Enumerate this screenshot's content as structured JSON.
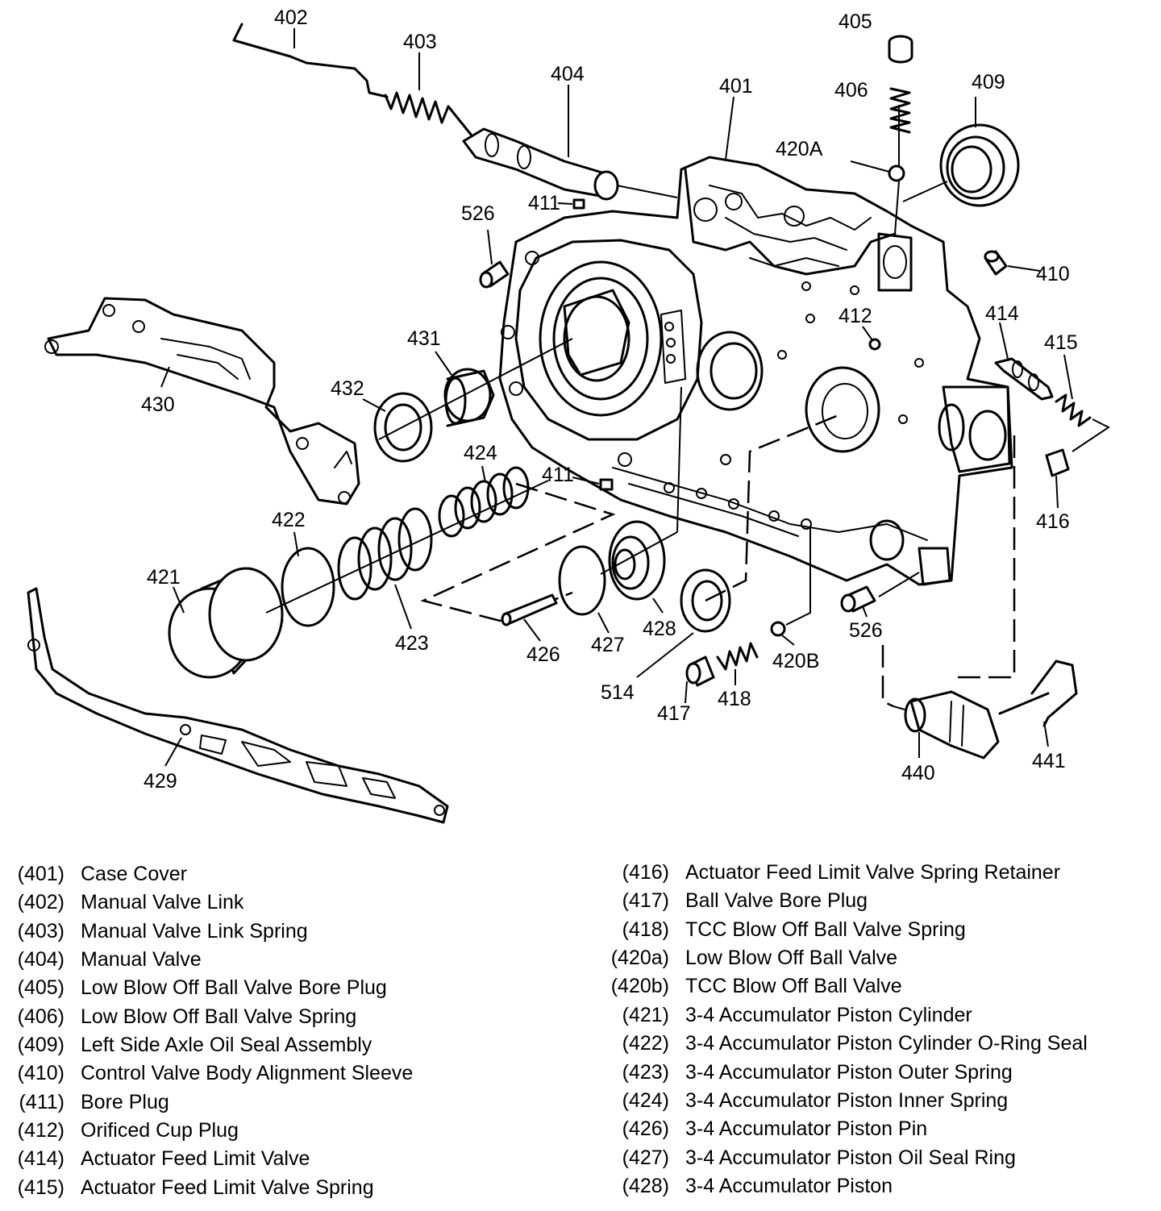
{
  "callouts": {
    "c401": "401",
    "c402": "402",
    "c403": "403",
    "c404": "404",
    "c405": "405",
    "c406": "406",
    "c409": "409",
    "c410": "410",
    "c411a": "411",
    "c411b": "411",
    "c412": "412",
    "c414": "414",
    "c415": "415",
    "c416": "416",
    "c417": "417",
    "c418": "418",
    "c420a": "420A",
    "c420b": "420B",
    "c421": "421",
    "c422": "422",
    "c423": "423",
    "c424": "424",
    "c426": "426",
    "c427": "427",
    "c428": "428",
    "c429": "429",
    "c430": "430",
    "c431": "431",
    "c432": "432",
    "c440": "440",
    "c441": "441",
    "c514": "514",
    "c526a": "526",
    "c526b": "526"
  },
  "legend": {
    "left": [
      {
        "num": "(401)",
        "desc": "Case Cover"
      },
      {
        "num": "(402)",
        "desc": "Manual Valve Link"
      },
      {
        "num": "(403)",
        "desc": "Manual Valve Link Spring"
      },
      {
        "num": "(404)",
        "desc": "Manual Valve"
      },
      {
        "num": "(405)",
        "desc": "Low Blow Off Ball Valve Bore Plug"
      },
      {
        "num": "(406)",
        "desc": "Low Blow Off Ball Valve Spring"
      },
      {
        "num": "(409)",
        "desc": "Left Side Axle Oil Seal Assembly"
      },
      {
        "num": "(410)",
        "desc": "Control Valve Body Alignment Sleeve"
      },
      {
        "num": "(411)",
        "desc": "Bore Plug"
      },
      {
        "num": "(412)",
        "desc": "Orificed Cup Plug"
      },
      {
        "num": "(414)",
        "desc": "Actuator Feed Limit Valve"
      },
      {
        "num": "(415)",
        "desc": "Actuator Feed Limit Valve Spring"
      }
    ],
    "right": [
      {
        "num": "(416)",
        "desc": "Actuator Feed Limit Valve Spring Retainer"
      },
      {
        "num": "(417)",
        "desc": "Ball Valve Bore Plug"
      },
      {
        "num": "(418)",
        "desc": "TCC Blow Off Ball Valve Spring"
      },
      {
        "num": "(420a)",
        "desc": "Low Blow Off Ball Valve"
      },
      {
        "num": "(420b)",
        "desc": "TCC Blow Off Ball Valve"
      },
      {
        "num": "(421)",
        "desc": "3-4 Accumulator Piston Cylinder"
      },
      {
        "num": "(422)",
        "desc": "3-4 Accumulator Piston Cylinder O-Ring Seal"
      },
      {
        "num": "(423)",
        "desc": "3-4 Accumulator Piston Outer Spring"
      },
      {
        "num": "(424)",
        "desc": "3-4 Accumulator Piston Inner Spring"
      },
      {
        "num": "(426)",
        "desc": "3-4 Accumulator Piston Pin"
      },
      {
        "num": "(427)",
        "desc": "3-4 Accumulator Piston Oil Seal Ring"
      },
      {
        "num": "(428)",
        "desc": "3-4 Accumulator Piston"
      }
    ]
  }
}
